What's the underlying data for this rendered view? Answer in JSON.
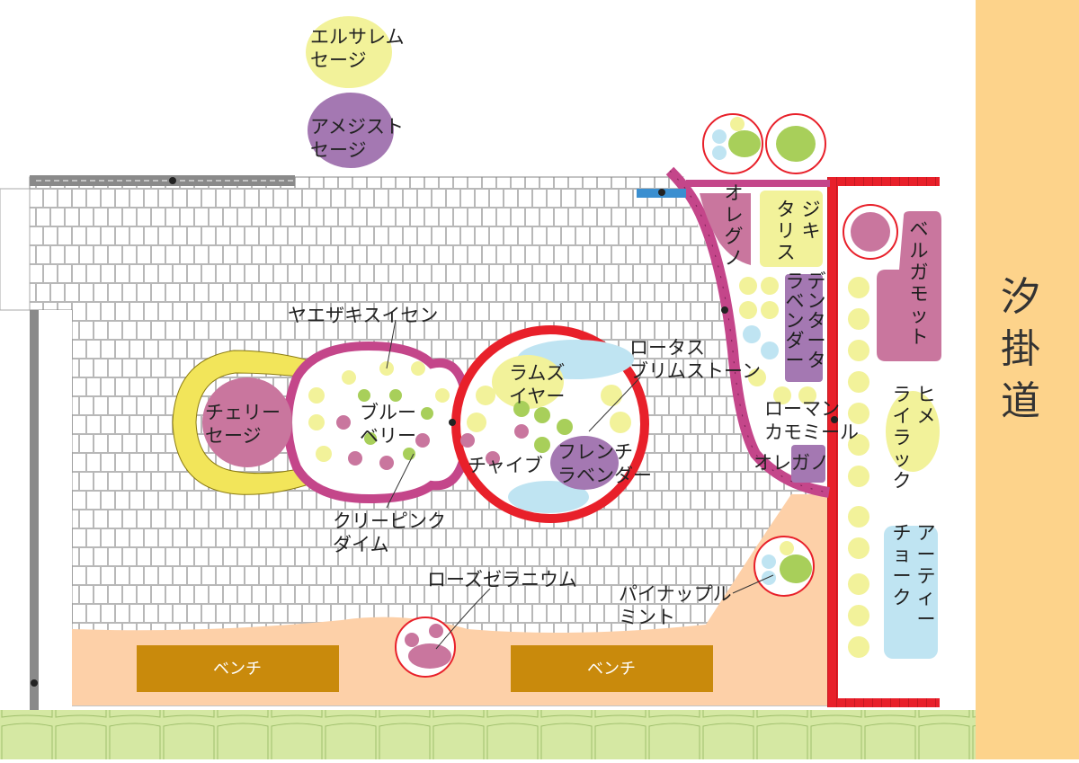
{
  "colors": {
    "road": "#fdd38b",
    "pave": "#ffffff",
    "pave_line": "#b8b8b8",
    "red_border": "#e8202a",
    "magenta_edge": "#c4468a",
    "yellow_brick": "#f2e55a",
    "pink_plant": "#c9769e",
    "purple_plant": "#a478b2",
    "yellow_plant": "#f2f29a",
    "blue_plant": "#bfe4f2",
    "green_plant": "#a8cf5a",
    "peach_area": "#fdd0a8",
    "bench": "#c98a0c",
    "lawn": "#d5e8a3"
  },
  "road": {
    "label": "汐掛道"
  },
  "benches": [
    {
      "label": "ベンチ"
    },
    {
      "label": "ベンチ"
    }
  ],
  "plants": {
    "jerusalem_sage": [
      "エルサレム",
      "セージ"
    ],
    "amethyst_sage": [
      "アメジスト",
      "セージ"
    ],
    "oregano_top": [
      "オレグノ"
    ],
    "digitalis": [
      "ジキ",
      "タリス"
    ],
    "bergamot": [
      "ベルガモット"
    ],
    "dentata_lavender": [
      "デンタータ",
      "ラベンダー"
    ],
    "cherry_sage": [
      "チェリー",
      "セージ"
    ],
    "yaezaki_suisen": [
      "ヤエザキスイセン"
    ],
    "blueberry": [
      "ブルー",
      "ベリー"
    ],
    "lambs_ear": [
      "ラムズ",
      "イヤー"
    ],
    "lotus_brimstone": [
      "ロータス",
      "ブリムストーン"
    ],
    "roman_chamomile": [
      "ローマン",
      "カモミール"
    ],
    "himalayan_lilac": [
      "ヒメ",
      "ライラック"
    ],
    "chive": [
      "チャイブ"
    ],
    "french_lavender": [
      "フレンチ",
      "ラベンダー"
    ],
    "oregano_bottom": [
      "オレガノ"
    ],
    "creeping_thyme": [
      "クリーピンク",
      "ダイム"
    ],
    "rose_geranium": [
      "ローズゼラニウム"
    ],
    "pineapple_mint": [
      "パイナップル",
      "ミント"
    ],
    "artichoke": [
      "アーティー",
      "チョーク"
    ]
  }
}
